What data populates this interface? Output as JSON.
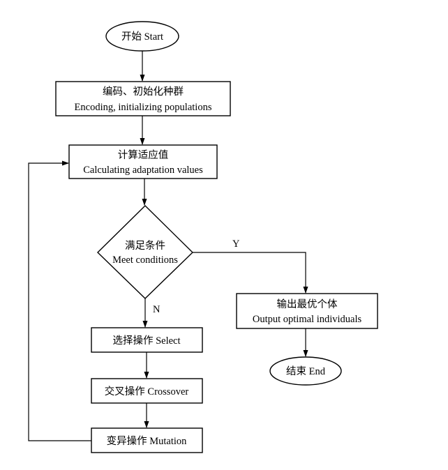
{
  "nodes": {
    "start": {
      "label": "开始 Start"
    },
    "init": {
      "line1": "编码、初始化种群",
      "line2": "Encoding, initializing populations"
    },
    "fitness": {
      "line1": "计算适应值",
      "line2": "Calculating adaptation values"
    },
    "decision": {
      "line1": "满足条件",
      "line2": "Meet conditions"
    },
    "output": {
      "line1": "输出最优个体",
      "line2": "Output optimal individuals"
    },
    "end": {
      "label": "结束 End"
    },
    "select": {
      "label": "选择操作 Select"
    },
    "crossover": {
      "label": "交叉操作 Crossover"
    },
    "mutation": {
      "label": "变异操作 Mutation"
    }
  },
  "edge_labels": {
    "yes": "Y",
    "no": "N"
  }
}
